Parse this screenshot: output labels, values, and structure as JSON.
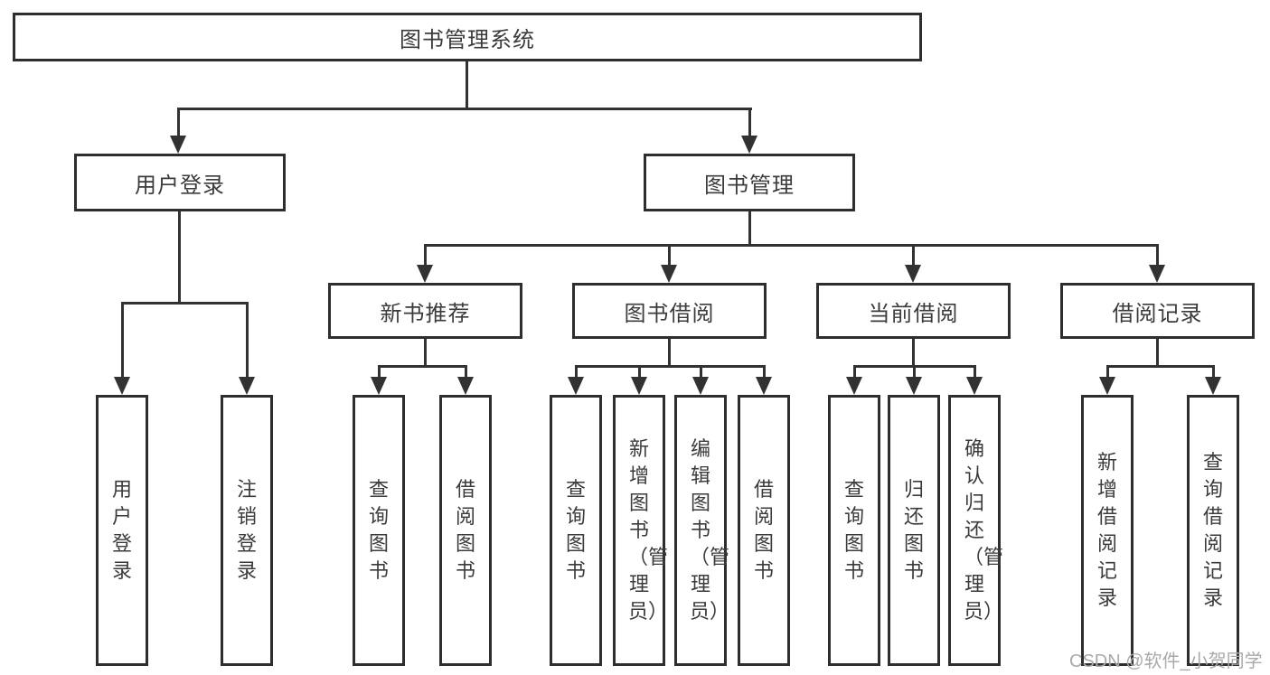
{
  "diagram": {
    "root": {
      "label": "图书管理系统"
    },
    "user_login": {
      "label": "用户登录",
      "leaves": [
        "用户登录",
        "注销登录"
      ]
    },
    "book_mgmt": {
      "label": "图书管理",
      "groups": [
        {
          "label": "新书推荐",
          "leaves": [
            "查询图书",
            "借阅图书"
          ]
        },
        {
          "label": "图书借阅",
          "leaves": [
            "查询图书",
            "新增图书（管理员）",
            "编辑图书（管理员）",
            "借阅图书"
          ]
        },
        {
          "label": "当前借阅",
          "leaves": [
            "查询图书",
            "归还图书",
            "确认归还（管理员）"
          ]
        },
        {
          "label": "借阅记录",
          "leaves": [
            "新增借阅记录",
            "查询借阅记录"
          ]
        }
      ]
    }
  },
  "watermark": "CSDN @软件_小贺同学",
  "colors": {
    "line": "#323232",
    "border": "#2e2e2e",
    "text": "#3b3b3b",
    "watermark": "#a9a9a9",
    "background": "#ffffff"
  }
}
